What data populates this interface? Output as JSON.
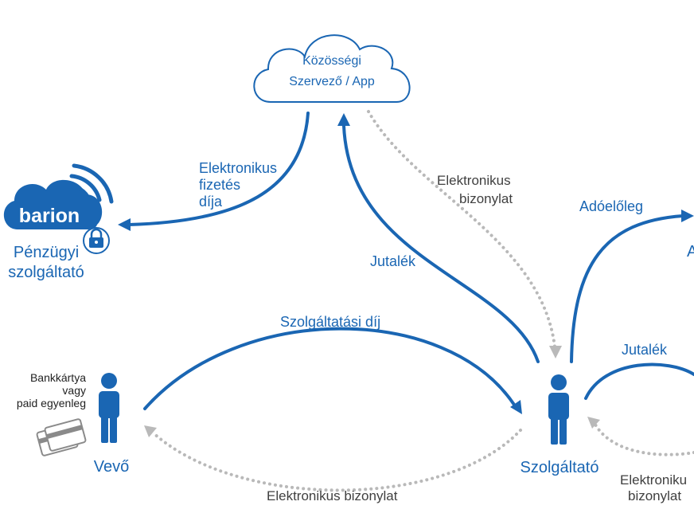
{
  "cloud": {
    "line1": "Közösségi",
    "line2": "Szervező / App"
  },
  "barion": {
    "logo": "barion",
    "label_line1": "Pénzügyi",
    "label_line2": "szolgáltató"
  },
  "buyer": {
    "label": "Vevő",
    "note_line1": "Bankkártya",
    "note_line2": "vagy",
    "note_line3": "paid egyenleg"
  },
  "provider": {
    "label": "Szolgáltató"
  },
  "arrows": {
    "payment_fee": {
      "line1": "Elektronikus",
      "line2": "fizetés",
      "line3": "díja"
    },
    "receipt_top": {
      "line1": "Elektronikus",
      "line2": "bizonylat"
    },
    "commission_left": "Jutalék",
    "service_fee": "Szolgáltatási díj",
    "receipt_bottom": "Elektronikus bizonylat",
    "tax_advance": "Adóelőleg",
    "tax_target_partial": "A",
    "commission_right": "Jutalék",
    "receipt_right": {
      "line1": "Elektroniku",
      "line2": "bizonylat"
    }
  },
  "colors": {
    "primary": "#1a66b3",
    "dotted": "#b9b9b9",
    "text": "#404040"
  }
}
